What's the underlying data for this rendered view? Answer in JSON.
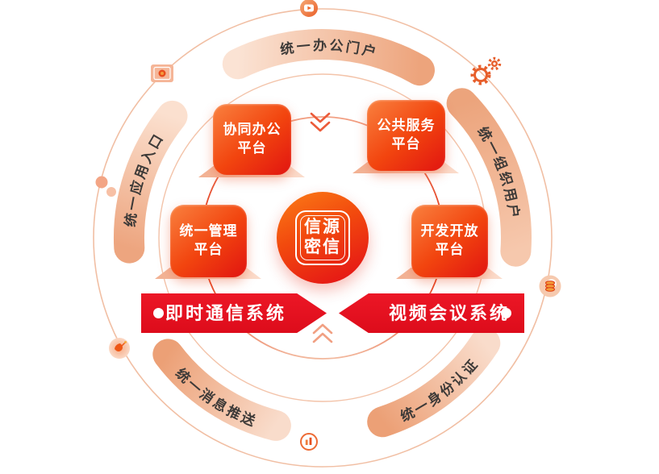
{
  "center_logo": {
    "line1": "信源",
    "line2": "密信"
  },
  "platform_boxes": [
    {
      "line1": "协同办公",
      "line2": "平台"
    },
    {
      "line1": "公共服务",
      "line2": "平台"
    },
    {
      "line1": "统一管理",
      "line2": "平台"
    },
    {
      "line1": "开发开放",
      "line2": "平台"
    }
  ],
  "system_banners": {
    "left": "即时通信系统",
    "right": "视频会议系统"
  },
  "ring_labels": {
    "top": "统一办公门户",
    "right": "统一组织用户",
    "bottom_right": "统一身份认证",
    "bottom_left": "统一消息推送",
    "left": "统一应用入口"
  },
  "icons": {
    "top": "video-play-icon",
    "top_left": "scan-target-icon",
    "top_right": "gears-icon",
    "right": "database-icon",
    "left": "dots-icon",
    "bottom_left": "satellite-dish-icon",
    "bottom": "chart-badge-icon",
    "inner_top": "chevron-down-icon",
    "inner_bottom": "chevron-up-icon"
  },
  "colors": {
    "primary_red": "#e60e1e",
    "box_gradient_start": "#f9813f",
    "box_gradient_end": "#e11410",
    "band_salmon": "#efa982",
    "ring_light": "#f1bfa4",
    "label_text": "#3d3a38"
  }
}
